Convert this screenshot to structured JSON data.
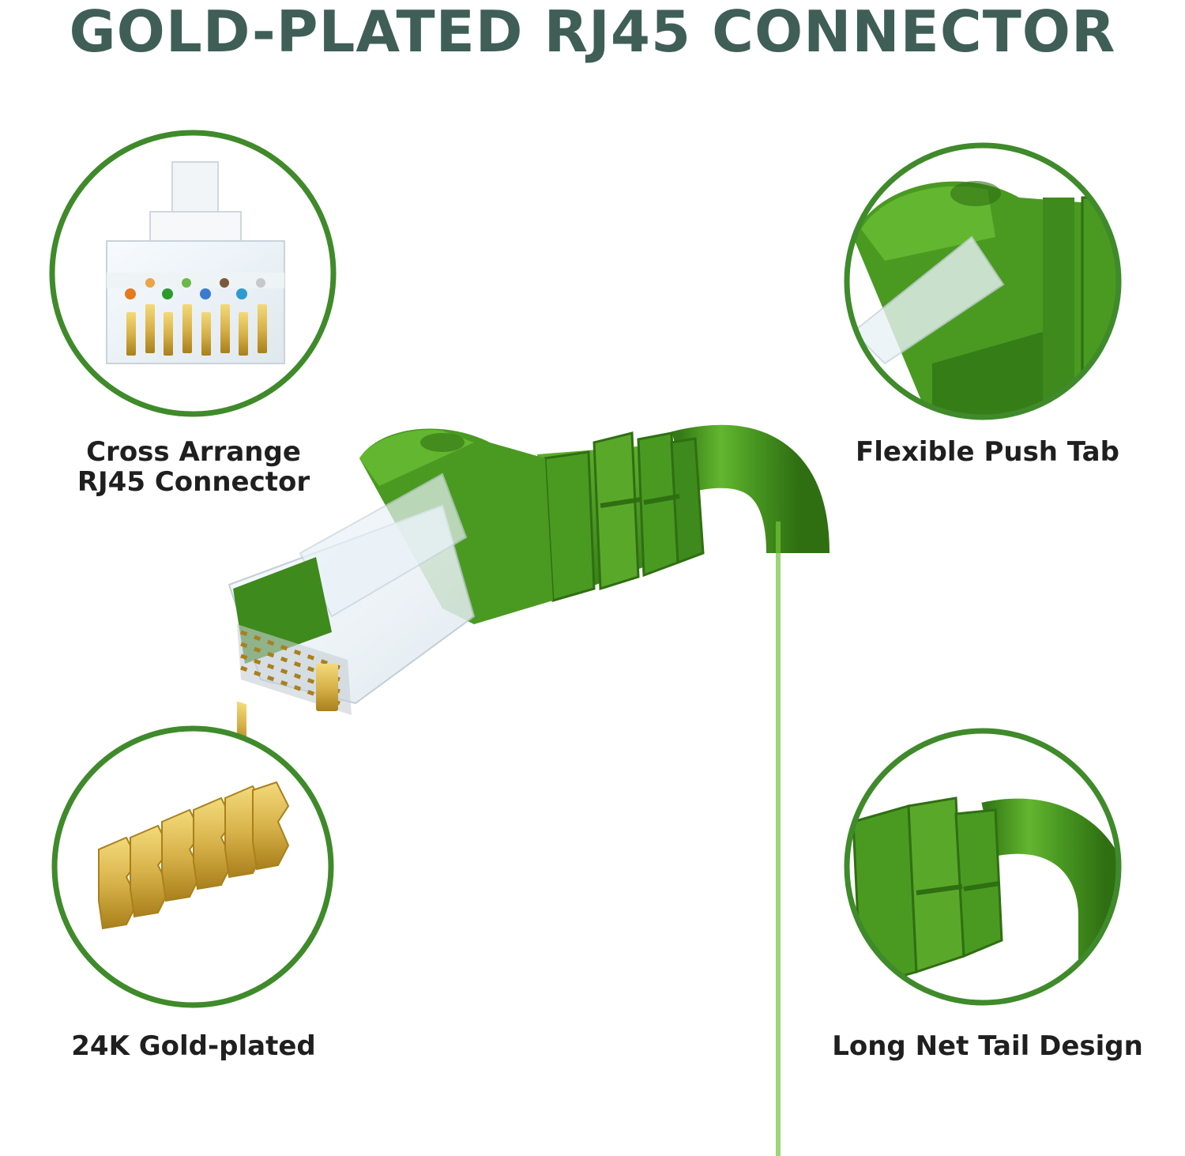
{
  "headline": "GOLD-PLATED RJ45 CONNECTOR",
  "callouts": {
    "cross_arrange": {
      "line1": "Cross Arrange",
      "line2": "RJ45 Connector",
      "icon": "clear-rj45-plug-icon"
    },
    "push_tab": {
      "label": "Flexible Push Tab",
      "icon": "push-tab-closeup-icon"
    },
    "gold_plated": {
      "label": "24K Gold-plated",
      "icon": "gold-contacts-icon"
    },
    "net_tail": {
      "label": "Long Net Tail Design",
      "icon": "cable-boot-closeup-icon"
    }
  },
  "colors": {
    "headline": "#3f5e56",
    "ring": "#3f8a2a",
    "cable": "#4a9a22",
    "cable_light": "#63b62f",
    "cable_dark": "#347a16",
    "gold": "#d8b24a",
    "gold_dark": "#a9801c",
    "gold_light": "#f3da7a",
    "label_text": "#1f1f1f"
  }
}
